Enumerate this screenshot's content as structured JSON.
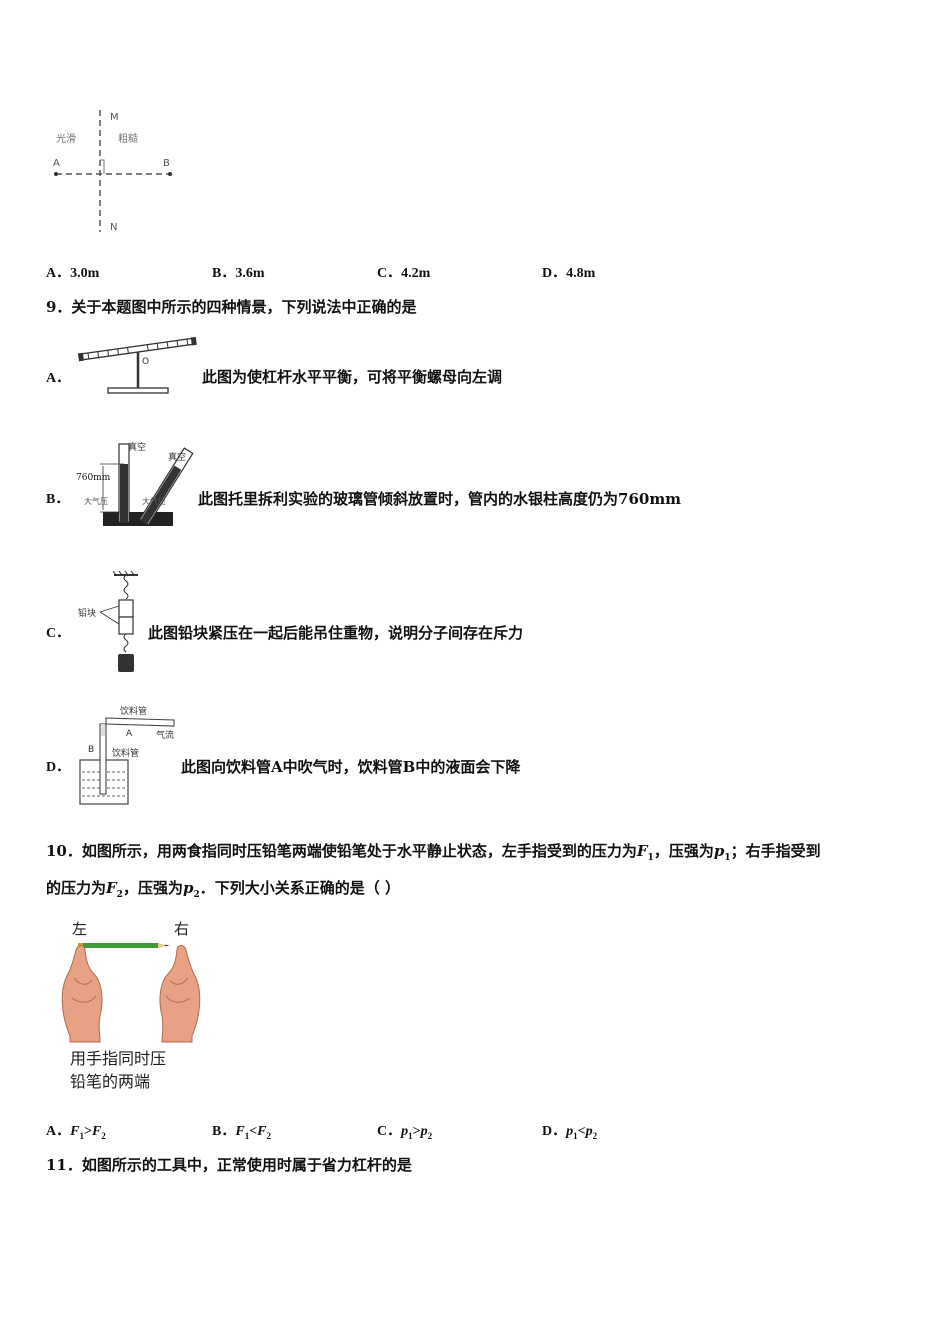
{
  "fig8": {
    "m": "M",
    "n": "N",
    "a": "A",
    "b": "B",
    "smooth": "光滑",
    "rough": "粗糙"
  },
  "q8_options": [
    "A．3.0m",
    "B．3.6m",
    "C．4.2m",
    "D．4.8m"
  ],
  "q9": {
    "stem": "9．关于本题图中所示的四种情景，下列说法中正确的是",
    "a_label": "A．",
    "a_text": "此图为使杠杆水平平衡，可将平衡螺母向左调",
    "b_label": "B．",
    "b_text": "此图托里拆利实验的玻璃管倾斜放置时，管内的水银柱高度仍为760mm",
    "c_label": "C．",
    "c_text": "此图铅块紧压在一起后能吊住重物，说明分子间存在斥力",
    "d_label": "D．",
    "d_text": "此图向饮料管A中吹气时，饮料管B中的液面会下降",
    "fig_a": {
      "o": "O"
    },
    "fig_b": {
      "vacuum1": "真空",
      "vacuum2": "真空",
      "height": "760mm",
      "atm1": "大气压",
      "atm2": "大气压"
    },
    "fig_c": {
      "lead": "铅块"
    },
    "fig_d": {
      "tube_top": "饮料管",
      "a": "A",
      "airflow": "气流",
      "b": "B",
      "tube_side": "饮料管"
    }
  },
  "q10": {
    "line1_pre": "10．如图所示，用两食指同时压铅笔两端使铅笔处于水平静止状态，左手指受到的压力为",
    "f1": "F",
    "f1_sub": "1",
    "line1_mid": "，压强为",
    "p1": "p",
    "p1_sub": "1",
    "line1_post": "；右手指受到",
    "line2_pre": "的压力为",
    "f2": "F",
    "f2_sub": "2",
    "line2_mid": "，压强为",
    "p2": "p",
    "p2_sub": "2",
    "line2_post": "．下列大小关系正确的是（    ）",
    "fig_left": "左",
    "fig_right": "右",
    "fig_caption1": "用手指同时压",
    "fig_caption2": "铅笔的两端",
    "options": [
      {
        "label": "A．",
        "lhs": "F",
        "lhs_sub": "1",
        "op": ">",
        "rhs": "F",
        "rhs_sub": "2"
      },
      {
        "label": "B．",
        "lhs": "F",
        "lhs_sub": "1",
        "op": "<",
        "rhs": "F",
        "rhs_sub": "2"
      },
      {
        "label": "C．",
        "lhs": "p",
        "lhs_sub": "1",
        "op": ">",
        "rhs": "p",
        "rhs_sub": "2"
      },
      {
        "label": "D．",
        "lhs": "p",
        "lhs_sub": "1",
        "op": "<",
        "rhs": "p",
        "rhs_sub": "2"
      }
    ]
  },
  "q11": {
    "stem": "11．如图所示的工具中，正常使用时属于省力杠杆的是"
  }
}
